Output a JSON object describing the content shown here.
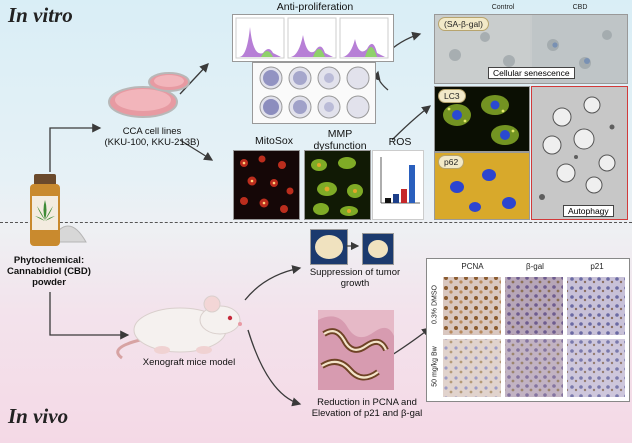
{
  "sections": {
    "in_vitro": "In vitro",
    "in_vivo": "In vivo"
  },
  "compound": {
    "label_line1": "Phytochemical:",
    "label_line2": "Cannabidiol (CBD)",
    "label_line3": "powder"
  },
  "cells": {
    "label_line1": "CCA cell lines",
    "label_line2": "(KKU-100, KKU-213B)"
  },
  "assays": {
    "anti_proliferation": "Anti-proliferation",
    "mitosox": "MitoSox",
    "mmp_line1": "MMP",
    "mmp_line2": "dysfunction",
    "ros": "ROS"
  },
  "senescence": {
    "control": "Control",
    "cbd": "CBD",
    "stain": "(SA-β-gal)",
    "caption": "Cellular senescence"
  },
  "autophagy": {
    "lc3": "LC3",
    "p62": "p62",
    "caption": "Autophagy"
  },
  "in_vivo": {
    "tumor_caption_line1": "Suppression of tumor",
    "tumor_caption_line2": "growth",
    "mice_caption": "Xenograft mice model",
    "ihc_caption_line1": "Reduction in PCNA and",
    "ihc_caption_line2": "Elevation of p21 and β-gal",
    "ihc_columns": [
      "PCNA",
      "β-gal",
      "p21"
    ],
    "ihc_rows": [
      "0.3% DMSO",
      "50 mg/kg Bw"
    ]
  },
  "colors": {
    "arrow": "#3a3a3a",
    "divider": "#555555",
    "autophagy_border": "#d23a3a"
  },
  "icons": [
    "cannabis-leaf-icon",
    "mouse-icon",
    "petri-dish-icon",
    "tumor-icon"
  ]
}
